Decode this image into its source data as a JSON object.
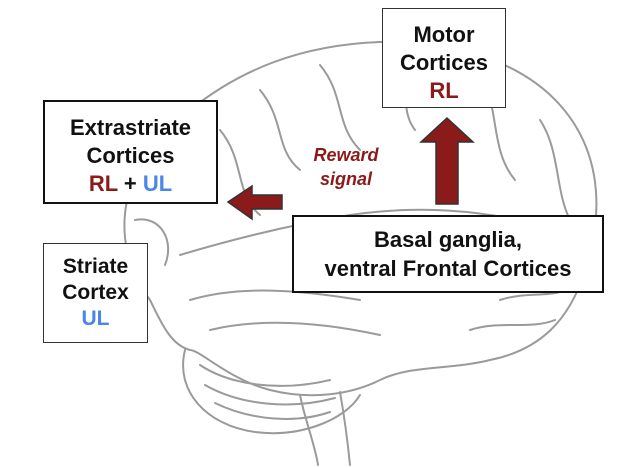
{
  "boxes": {
    "extrastriate": {
      "line1": "Extrastriate",
      "line2": "Cortices",
      "rl": "RL",
      "plus": " + ",
      "ul": "UL"
    },
    "motor": {
      "line1": "Motor",
      "line2": "Cortices",
      "rl": "RL"
    },
    "striate": {
      "line1": "Striate",
      "line2": "Cortex",
      "ul": "UL"
    },
    "basal": {
      "line1": "Basal ganglia,",
      "line2": "ventral Frontal Cortices"
    }
  },
  "reward_signal": {
    "line1": "Reward",
    "line2": "signal"
  },
  "colors": {
    "rl": "#8b1a1a",
    "ul": "#4a86e8",
    "arrow_fill": "#8b1a1a",
    "brain_stroke": "#9a9a9a"
  },
  "icons": {
    "background": "brain-illustration",
    "arrow_up": "up-arrow",
    "arrow_left": "left-arrow"
  }
}
